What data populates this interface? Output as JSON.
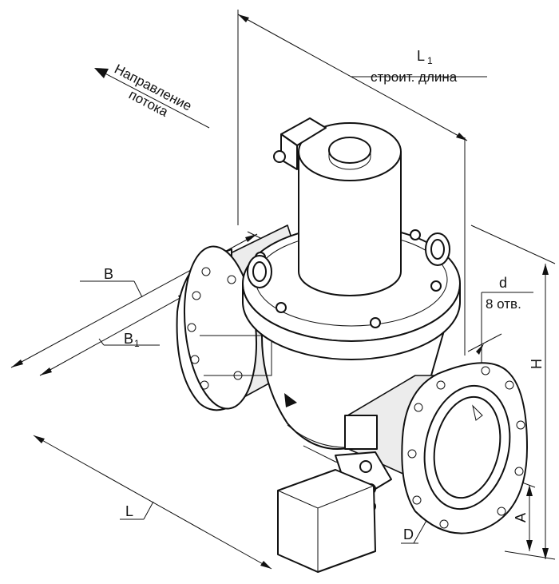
{
  "flow": {
    "line1": "Направление",
    "line2": "потока"
  },
  "dimensions": {
    "L1": "L",
    "L1_sub": "1",
    "L1_note": "строит. длина",
    "B": "B",
    "B1": "B",
    "B1_sub": "1",
    "L": "L",
    "H": "H",
    "A": "A",
    "D": "D",
    "d": "d",
    "d_note": "8 отв."
  },
  "colors": {
    "line": "#111111",
    "fill": "#ffffff",
    "shade": "#ececec"
  }
}
